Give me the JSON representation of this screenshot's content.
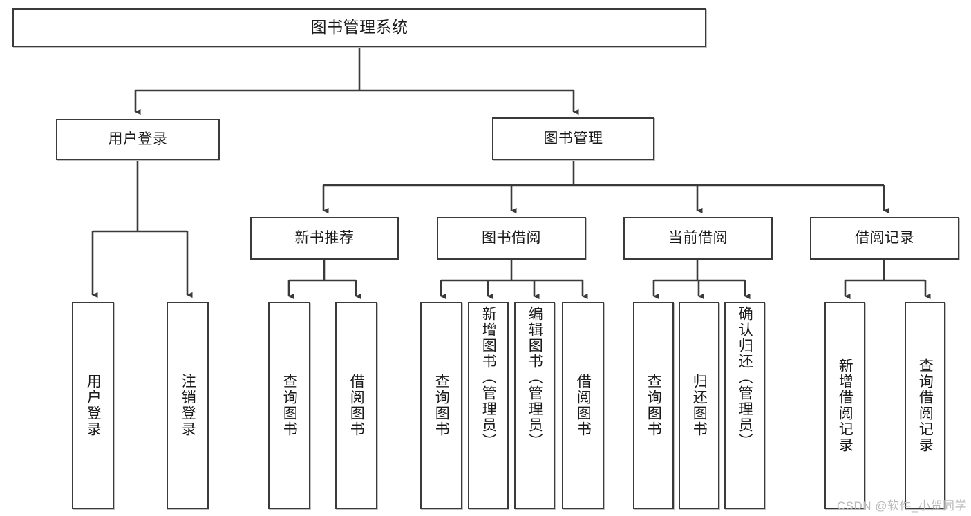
{
  "diagram": {
    "type": "tree-hierarchy-chart",
    "title": "图书管理系统",
    "stroke_color": "#3a3a3a",
    "background_color": "#ffffff",
    "text_color": "#1a1a1a",
    "root": {
      "label": "图书管理系统",
      "children": [
        {
          "label": "用户登录",
          "children": [
            {
              "label": "用户登录"
            },
            {
              "label": "注销登录"
            }
          ]
        },
        {
          "label": "图书管理",
          "children": [
            {
              "label": "新书推荐",
              "children": [
                {
                  "label": "查询图书"
                },
                {
                  "label": "借阅图书"
                }
              ]
            },
            {
              "label": "图书借阅",
              "children": [
                {
                  "label": "查询图书"
                },
                {
                  "label": "新增图书（管理员）"
                },
                {
                  "label": "编辑图书（管理员）"
                },
                {
                  "label": "借阅图书"
                }
              ]
            },
            {
              "label": "当前借阅",
              "children": [
                {
                  "label": "查询图书"
                },
                {
                  "label": "归还图书"
                },
                {
                  "label": "确认归还（管理员）"
                }
              ]
            },
            {
              "label": "借阅记录",
              "children": [
                {
                  "label": "新增借阅记录"
                },
                {
                  "label": "查询借阅记录"
                }
              ]
            }
          ]
        }
      ]
    }
  },
  "nodes": {
    "root": {
      "label": "图书管理系统"
    },
    "user_login": {
      "label": "用户登录"
    },
    "book_manage": {
      "label": "图书管理"
    },
    "new_book_rec": {
      "label": "新书推荐"
    },
    "book_borrow": {
      "label": "图书借阅"
    },
    "current_borrow": {
      "label": "当前借阅"
    },
    "borrow_record": {
      "label": "借阅记录"
    },
    "leaf_user_login": {
      "label": "用户登录"
    },
    "leaf_logout": {
      "label": "注销登录"
    },
    "leaf_rec_query": {
      "label": "查询图书"
    },
    "leaf_rec_borrow": {
      "label": "借阅图书"
    },
    "leaf_bb_query": {
      "label": "查询图书"
    },
    "leaf_bb_add": {
      "label": "新增图书（管理员）"
    },
    "leaf_bb_edit": {
      "label": "编辑图书（管理员）"
    },
    "leaf_bb_borrow": {
      "label": "借阅图书"
    },
    "leaf_cb_query": {
      "label": "查询图书"
    },
    "leaf_cb_return": {
      "label": "归还图书"
    },
    "leaf_cb_confirm": {
      "label": "确认归还（管理员）"
    },
    "leaf_br_add": {
      "label": "新增借阅记录"
    },
    "leaf_br_query": {
      "label": "查询借阅记录"
    }
  },
  "watermark": {
    "text": "CSDN @软件_小贺同学"
  }
}
